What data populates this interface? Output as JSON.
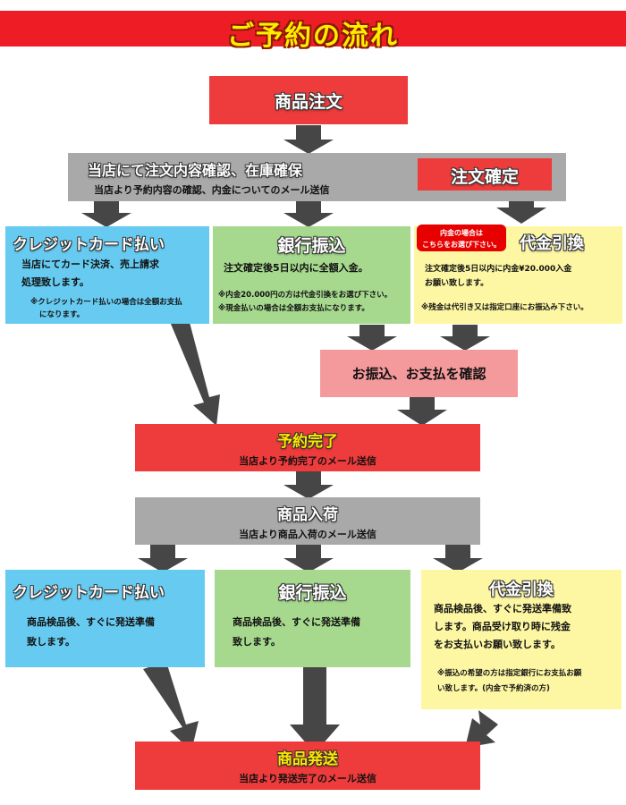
{
  "title": "ご予約の流れ",
  "order": {
    "label": "商品注文"
  },
  "confirm": {
    "label": "当店にて注文内容確認、在庫確保",
    "sub": "当店より予約内容の確認、内金についてのメール送信",
    "badge": "注文確定"
  },
  "payment_options": {
    "credit": {
      "label": "クレジットカード払い",
      "line1": "当店にてカード決済、売上請求",
      "line2": "処理致します。",
      "note1": "※クレジットカード払いの場合は全額お支払",
      "note2": "になります。"
    },
    "bank": {
      "label": "銀行振込",
      "line1": "注文確定後5日以内に全額入金。",
      "note1": "※内金20.000円の方は代金引換をお選び下さい。",
      "note2": "※現金払いの場合は全額お支払になります。"
    },
    "cod": {
      "notice1": "内金の場合は",
      "notice2": "こちらをお選び下さい。",
      "label": "代金引換",
      "line1": "注文確定後5日以内に内金¥20.000入金",
      "line2": "お願い致します。",
      "note1": "※残金は代引き又は指定口座にお振込み下さい。"
    }
  },
  "payment_check": {
    "label": "お振込、お支払を確認"
  },
  "reservation_done": {
    "label": "予約完了",
    "sub": "当店より予約完了のメール送信"
  },
  "arrival": {
    "label": "商品入荷",
    "sub": "当店より商品入荷のメール送信"
  },
  "arrival_options": {
    "credit": {
      "label": "クレジットカード払い",
      "line1": "商品検品後、すぐに発送準備",
      "line2": "致します。"
    },
    "bank": {
      "label": "銀行振込",
      "line1": "商品検品後、すぐに発送準備",
      "line2": "致します。"
    },
    "cod": {
      "label": "代金引換",
      "line1": "商品検品後、すぐに発送準備致",
      "line2": "します。商品受け取り時に残金",
      "line3": "をお支払いお願い致します。",
      "note1": "※振込の希望の方は指定銀行にお支払お願",
      "note2": "い致します。(内金で予約済の方)"
    }
  },
  "shipping": {
    "label": "商品発送",
    "sub": "当店より発送完了のメール送信"
  },
  "colors": {
    "title_bar": "#ee1d25",
    "title_text": "#ffec00",
    "red_box": "#ee3b3b",
    "gray_box": "#a9a9a9",
    "credit": "#67cbf1",
    "bank": "#a6d98e",
    "cod": "#fdf7a3",
    "check": "#f4999c",
    "arrow": "#464646"
  }
}
